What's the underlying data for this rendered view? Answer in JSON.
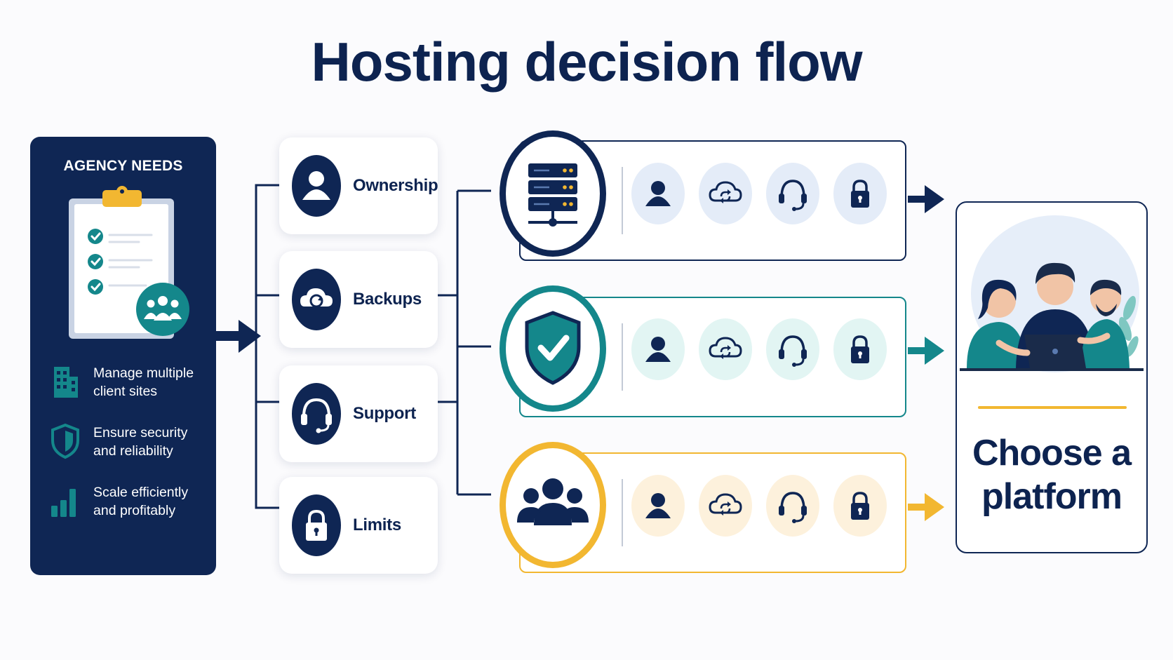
{
  "title": "Hosting decision flow",
  "agency": {
    "heading": "AGENCY NEEDS",
    "items": [
      {
        "icon": "building-icon",
        "text": "Manage multiple\nclient sites"
      },
      {
        "icon": "shield-icon",
        "text": "Ensure security\nand reliability"
      },
      {
        "icon": "bar-chart-icon",
        "text": "Scale efficiently\nand profitably"
      }
    ]
  },
  "criteria": [
    {
      "label": "Ownership",
      "icon": "user-icon"
    },
    {
      "label": "Backups",
      "icon": "cloud-sync-icon"
    },
    {
      "label": "Support",
      "icon": "headset-icon"
    },
    {
      "label": "Limits",
      "icon": "lock-icon"
    }
  ],
  "options": [
    {
      "icon": "server-icon",
      "color": "#0f2654",
      "tint": "#e4ecf8"
    },
    {
      "icon": "shield-check-icon",
      "color": "#14878b",
      "tint": "#e2f5f3"
    },
    {
      "icon": "group-icon",
      "color": "#f2b731",
      "tint": "#fdf1dc"
    }
  ],
  "feature_icons": [
    "user-icon",
    "cloud-sync-icon",
    "headset-icon",
    "lock-icon"
  ],
  "result": {
    "text": "Choose a\nplatform"
  },
  "colors": {
    "navy": "#0f2654",
    "teal": "#14878b",
    "gold": "#f2b731",
    "background": "#fbfbfd"
  }
}
